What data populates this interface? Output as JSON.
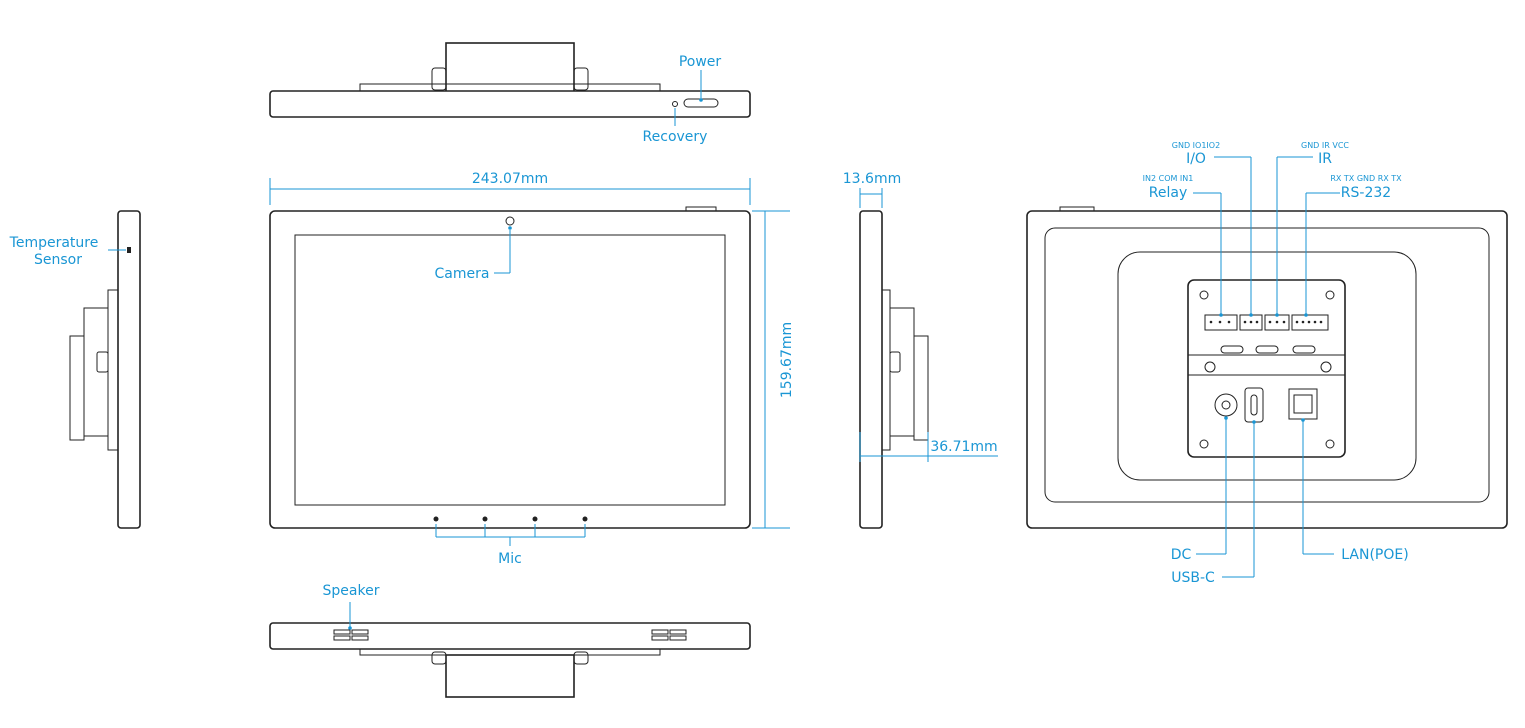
{
  "labels": {
    "power": "Power",
    "recovery": "Recovery",
    "temperature_sensor_line1": "Temperature",
    "temperature_sensor_line2": "Sensor",
    "width_dim": "243.07mm",
    "height_dim": "159.67mm",
    "camera": "Camera",
    "mic": "Mic",
    "speaker": "Speaker",
    "depth_front": "13.6mm",
    "depth_total": "36.71mm",
    "io_pins": "GND IO1IO2",
    "io": "I/O",
    "ir_pins": "GND IR VCC",
    "ir": "IR",
    "relay_pins": "IN2 COM IN1",
    "relay": "Relay",
    "rs232_pins": "RX TX GND RX TX",
    "rs232": "RS-232",
    "dc": "DC",
    "usbc": "USB-C",
    "lan": "LAN(POE)"
  },
  "colors": {
    "annotation": "#1a96d4",
    "outline": "#222222"
  }
}
